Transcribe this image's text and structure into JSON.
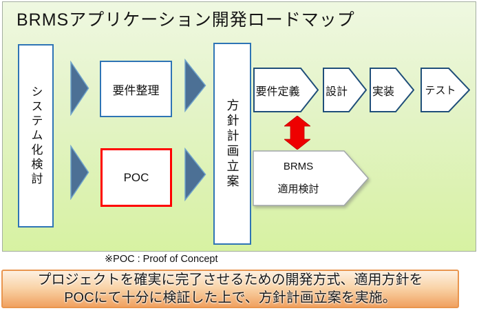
{
  "title": "BRMSアプリケーション開発ロードマップ",
  "diagram": {
    "system_box": "システム化検討",
    "requirements_box": "要件整理",
    "poc_box": "POC",
    "plan_box": "方針計画立案",
    "dev_steps": [
      "要件定義",
      "設計",
      "実装",
      "テスト"
    ],
    "brms_box": {
      "line1": "BRMS",
      "line2": "適用検討"
    }
  },
  "note": "※POC : Proof of Concept",
  "callout": {
    "line1": "プロジェクトを確実に完了させるための開発方式、適用方針を",
    "line2": "POCにて十分に検証した上で、方針計画立案を実施。"
  },
  "colors": {
    "panel_green_top": "#EFF8E1",
    "panel_green_bottom": "#D7F2A2",
    "box_border_blue": "#2E74B5",
    "poc_border_red": "#FF0000",
    "triangle_blue": "#4C7095",
    "chevron_border_navy": "#1F4E79",
    "arrow_red": "#EE0000",
    "callout_orange": "#F0A160",
    "callout_border": "#E9954E"
  }
}
